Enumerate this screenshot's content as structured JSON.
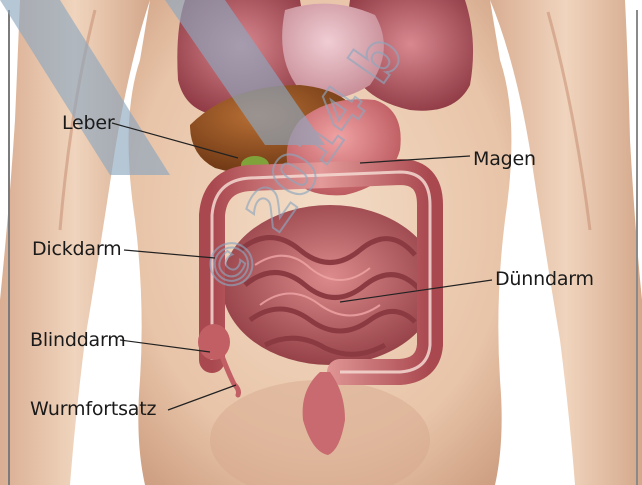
{
  "image": {
    "description_icon": "human-digestive-organs-illustration",
    "watermark": "© 2014 b"
  },
  "labels": {
    "leber": "Leber",
    "magen": "Magen",
    "dickdarm": "Dickdarm",
    "duenndarm": "Dünndarm",
    "blinddarm": "Blinddarm",
    "wurmfortsatz": "Wurmfortsatz"
  },
  "colors": {
    "skin": "#e9c9ae",
    "skin_shadow": "#c99a80",
    "lung": "#b9545c",
    "liver": "#8a4a1c",
    "stomach": "#d9777d",
    "intestine": "#cf6f73",
    "intestine_dark": "#9e4045",
    "line": "#222222",
    "watermark": "#7f97ad"
  }
}
